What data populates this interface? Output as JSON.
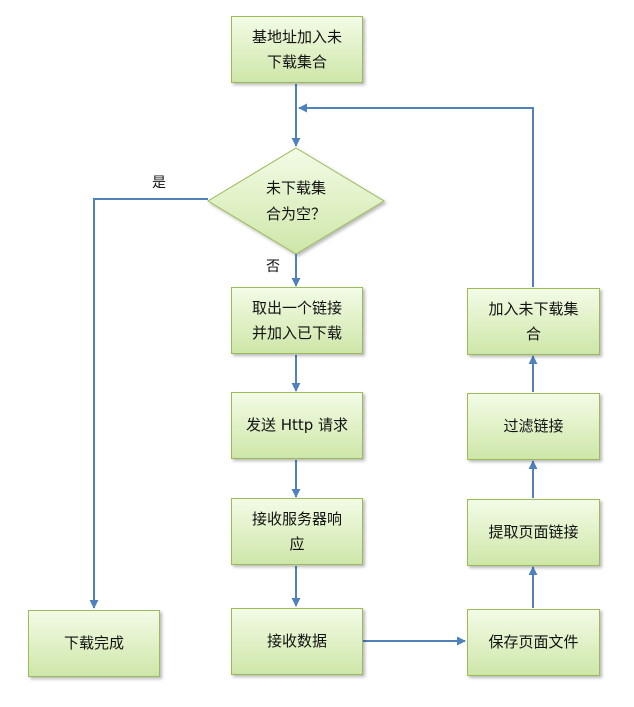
{
  "nodes": {
    "start": "基地址加入未\n下载集合",
    "decision": "未下载集\n合为空？",
    "take_link": "取出一个链接\n并加入已下载",
    "send_request": "发送 Http 请求",
    "receive_response": "接收服务器响\n应",
    "receive_data": "接收数据",
    "save_page": "保存页面文件",
    "extract_links": "提取页面链接",
    "filter_links": "过滤链接",
    "add_unvisited": "加入未下载集\n合",
    "done": "下载完成"
  },
  "labels": {
    "yes": "是",
    "no": "否"
  },
  "colors": {
    "node_fill_top": "#f3fbe6",
    "node_fill_bottom": "#cde6a8",
    "node_border": "#9bbb59",
    "arrow": "#4f81bd"
  }
}
